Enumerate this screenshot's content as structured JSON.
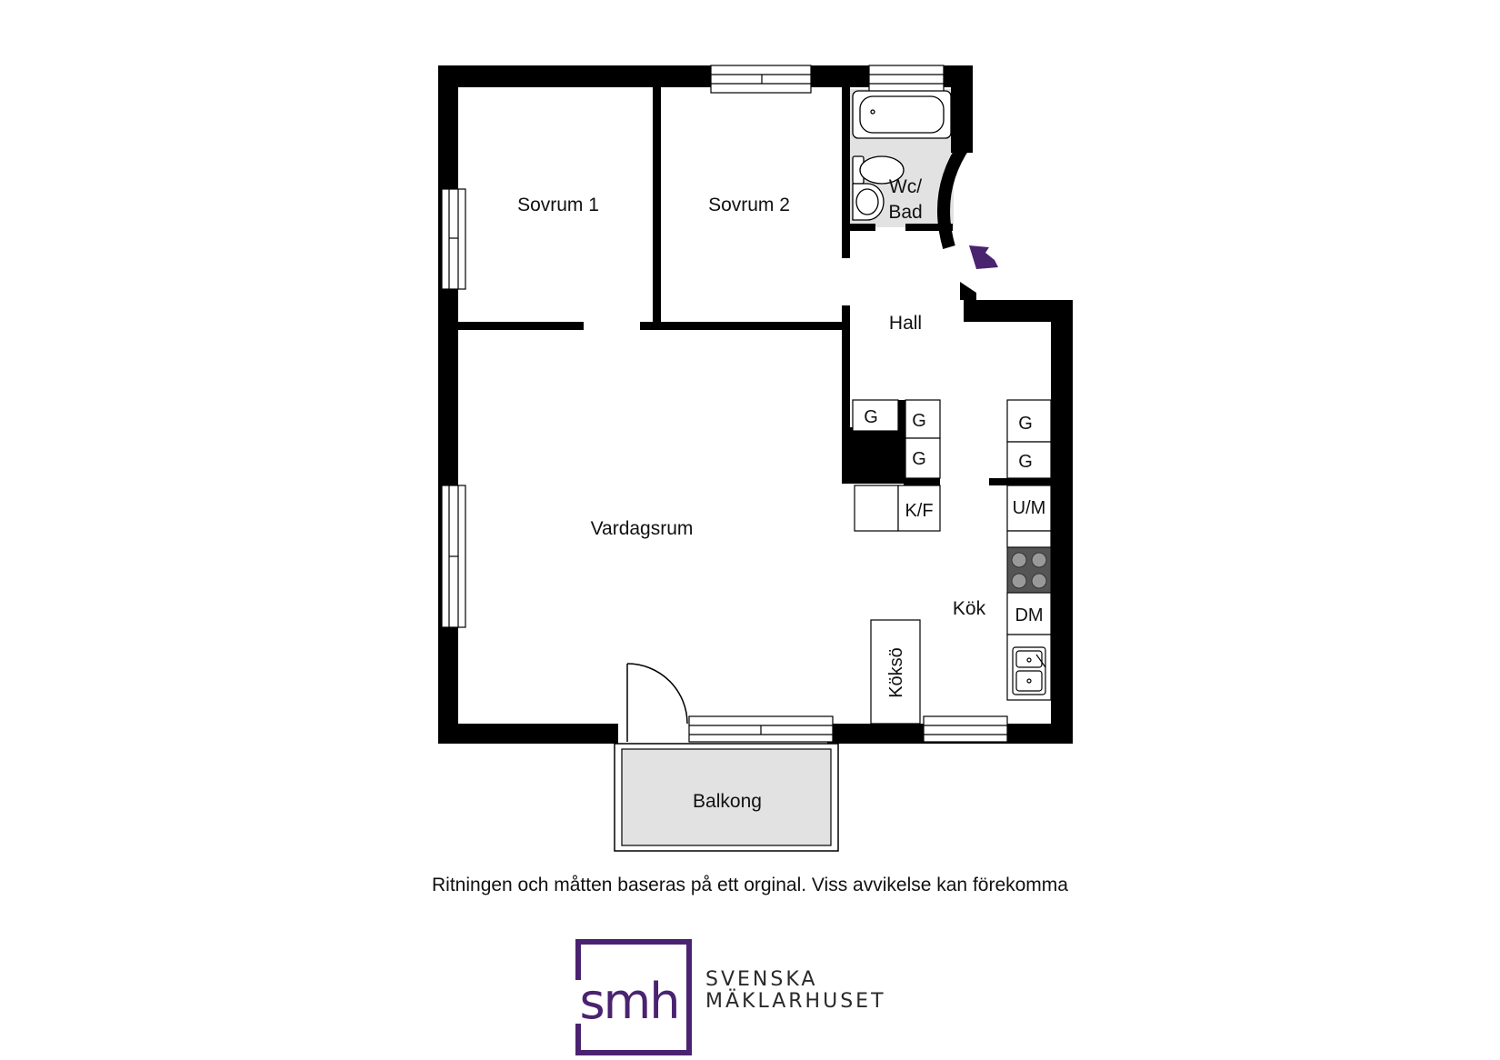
{
  "rooms": {
    "sovrum1": "Sovrum 1",
    "sovrum2": "Sovrum 2",
    "wc_bad_line1": "Wc/",
    "wc_bad_line2": "Bad",
    "hall": "Hall",
    "vardagsrum": "Vardagsrum",
    "kok": "Kök",
    "balkong": "Balkong"
  },
  "fixtures": {
    "g1": "G",
    "g2": "G",
    "g3": "G",
    "g4": "G",
    "g5": "G",
    "kf": "K/F",
    "um": "U/M",
    "dm": "DM",
    "koksö": "Köksö"
  },
  "disclaimer": "Ritningen och måtten baseras på ett orginal. Viss avvikelse kan förekomma",
  "brand": {
    "logo_text": "smh",
    "line1": "SVENSKA",
    "line2": "MÄKLARHUSET",
    "color": "#4a2370"
  },
  "colors": {
    "wall": "#000000",
    "bath_floor": "#e2e2e2",
    "balcony_floor": "#e2e2e2",
    "entrance_arrow": "#4a2370"
  }
}
